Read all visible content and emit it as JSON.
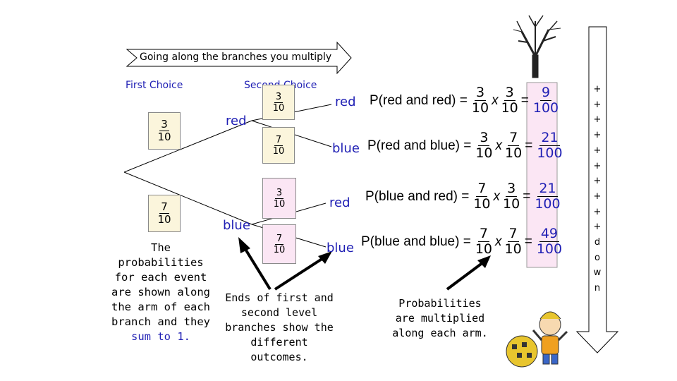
{
  "banner": {
    "text": "Going along the branches you multiply"
  },
  "headings": {
    "first": "First Choice",
    "second": "Second Choice"
  },
  "first_level": [
    {
      "num": "3",
      "den": "10",
      "label": "red"
    },
    {
      "num": "7",
      "den": "10",
      "label": "blue"
    }
  ],
  "second_level": [
    {
      "num": "3",
      "den": "10",
      "label": "red"
    },
    {
      "num": "7",
      "den": "10",
      "label": "blue"
    },
    {
      "num": "3",
      "den": "10",
      "label": "red"
    },
    {
      "num": "7",
      "den": "10",
      "label": "blue"
    }
  ],
  "equations": [
    {
      "label": "P(red and red) =",
      "a_num": "3",
      "a_den": "10",
      "times": "x",
      "b_num": "3",
      "b_den": "10",
      "eq": "=",
      "r_num": "9",
      "r_den": "100"
    },
    {
      "label": "P(red and blue) =",
      "a_num": "3",
      "a_den": "10",
      "times": "x",
      "b_num": "7",
      "b_den": "10",
      "eq": "=",
      "r_num": "21",
      "r_den": "100"
    },
    {
      "label": "P(blue and red) =",
      "a_num": "7",
      "a_den": "10",
      "times": "x",
      "b_num": "3",
      "b_den": "10",
      "eq": "=",
      "r_num": "21",
      "r_den": "100"
    },
    {
      "label": "P(blue and blue) =",
      "a_num": "7",
      "a_den": "10",
      "times": "x",
      "b_num": "7",
      "b_den": "10",
      "eq": "=",
      "r_num": "49",
      "r_den": "100"
    }
  ],
  "notes": {
    "sum_prefix": "The probabilities for each event are shown along the arm of each branch and they",
    "sum_highlight": "sum to 1.",
    "ends": "Ends of first and second level branches show the different outcomes.",
    "multiplied": "Probabilities are multiplied along each arm."
  },
  "down_chars": [
    "+",
    "+",
    "+",
    "+",
    "+",
    "+",
    "+",
    "+",
    "+",
    "+",
    "d",
    "o",
    "w",
    "n"
  ],
  "colors": {
    "label_blue": "#1f1fb4",
    "box_beige": "#fbf5dc",
    "box_pink": "#fbe6f4",
    "result_pink": "#fbe6f4"
  }
}
